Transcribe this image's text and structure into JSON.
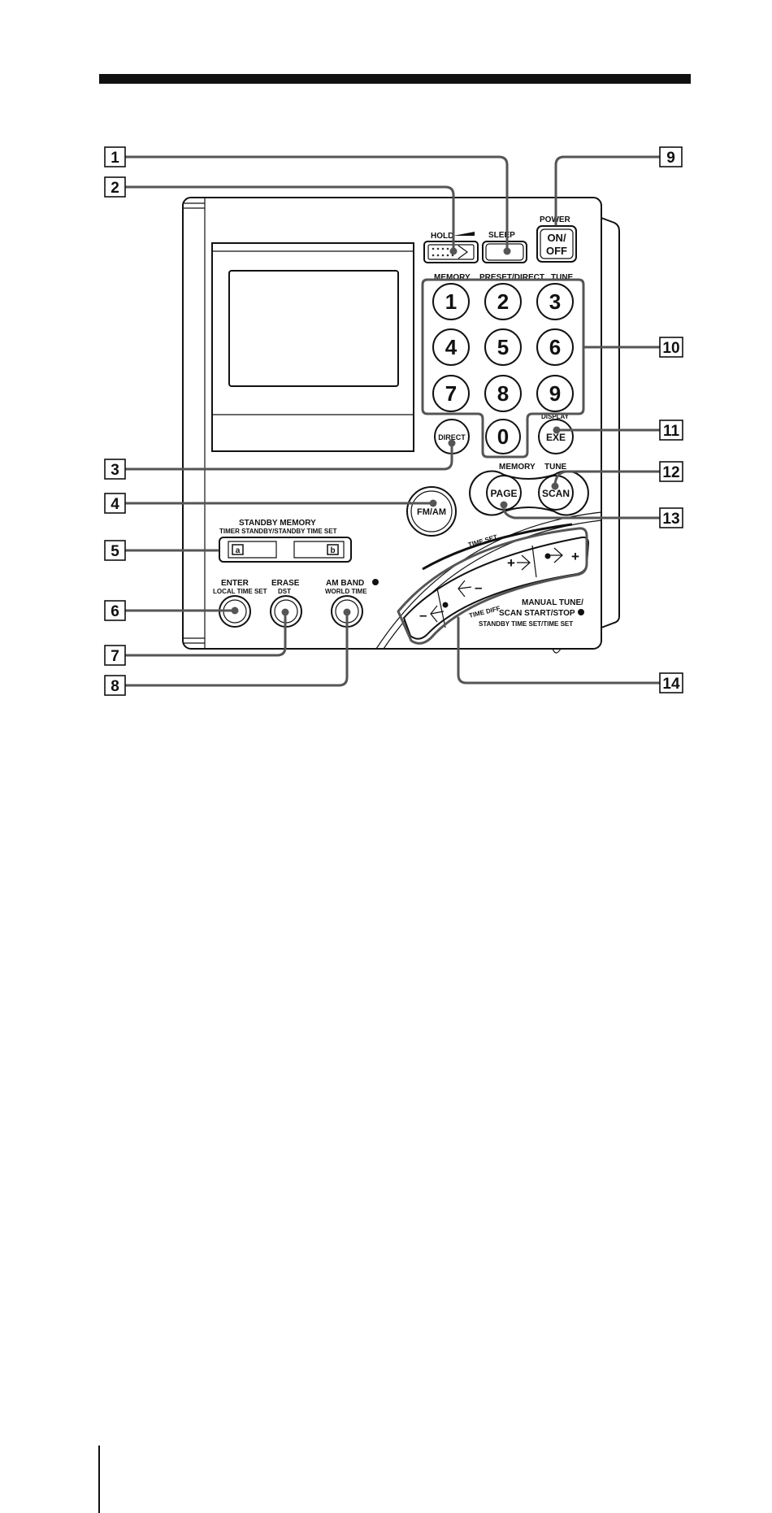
{
  "callouts": [
    "1",
    "2",
    "3",
    "4",
    "5",
    "6",
    "7",
    "8",
    "9",
    "10",
    "11",
    "12",
    "13",
    "14"
  ],
  "labels": {
    "hold": "HOLD",
    "sleep": "SLEEP",
    "power": "POWER",
    "on_off_line1": "ON/",
    "on_off_line2": "OFF",
    "memory": "MEMORY",
    "preset_direct": "PRESET/DIRECT",
    "tune": "TUNE",
    "direct": "DIRECT",
    "display": "DISPLAY",
    "exe": "EXE",
    "memory2": "MEMORY",
    "tune2": "TUNE",
    "page": "PAGE",
    "scan": "SCAN",
    "fm_am": "FM/AM",
    "standby_memory": "STANDBY  MEMORY",
    "timer_standby": "TIMER  STANDBY/STANDBY  TIME  SET",
    "slot_a": "a",
    "slot_b": "b",
    "enter": "ENTER",
    "local_time_set": "LOCAL  TIME  SET",
    "erase": "ERASE",
    "dst": "DST",
    "am_band": "AM  BAND",
    "world_time": "WORLD  TIME",
    "time_set": "TIME SET",
    "time_diff": "TIME DIFF",
    "manual_tune": "MANUAL TUNE/",
    "scan_start_stop": "SCAN START/STOP",
    "standby_time_set": "STANDBY  TIME  SET/TIME  SET",
    "minus": "–",
    "plus": "+"
  },
  "keys": [
    "1",
    "2",
    "3",
    "4",
    "5",
    "6",
    "7",
    "8",
    "9",
    "0"
  ]
}
